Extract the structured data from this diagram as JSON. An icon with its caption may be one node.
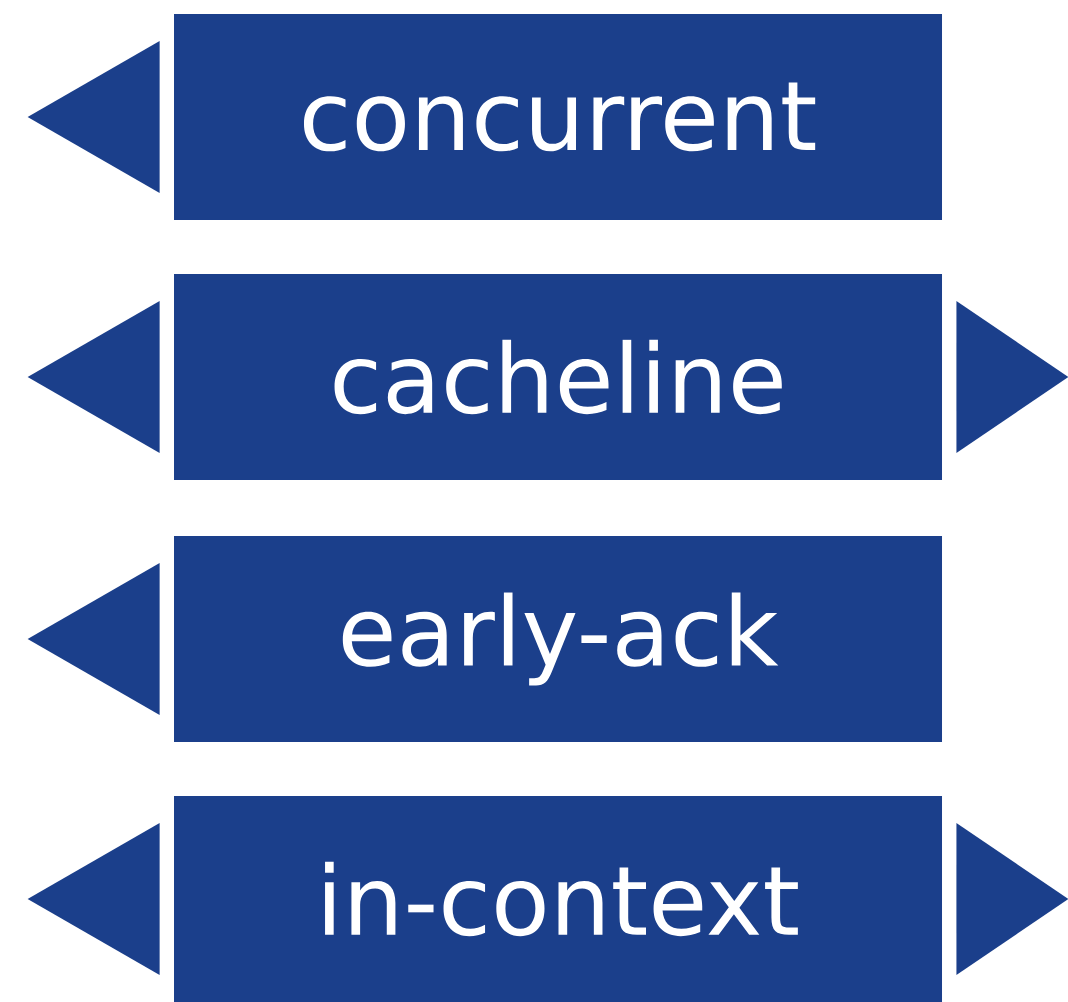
{
  "diagram": {
    "nodes": [
      {
        "text": [
          "concurrent"
        ]
      },
      {
        "text": [
          "cacheline"
        ]
      },
      {
        "text": [
          "early-ack"
        ]
      },
      {
        "text": [
          "in-context"
        ]
      }
    ],
    "edges": [
      {
        "from": 0,
        "to": null,
        "arrow": "to"
      },
      {
        "from": 1,
        "to": null,
        "arrow": "to"
      },
      {
        "from": 1,
        "to": null,
        "arrow": "to"
      },
      {
        "from": 2,
        "to": null,
        "arrow": "to"
      },
      {
        "from": 3,
        "to": null,
        "arrow": "to"
      },
      {
        "from": 3,
        "to": null,
        "arrow": "to"
      }
    ]
  }
}
